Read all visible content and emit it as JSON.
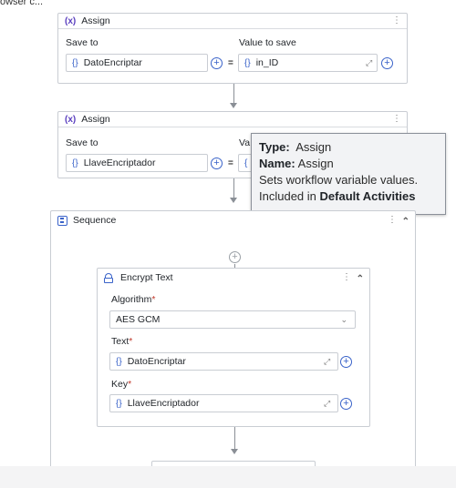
{
  "header_fragment": "owser c...",
  "assign1": {
    "title": "Assign",
    "save_to_label": "Save to",
    "value_label": "Value to save",
    "save_to_value": "DatoEncriptar",
    "value_value": "in_ID"
  },
  "assign2": {
    "title": "Assign",
    "save_to_label": "Save to",
    "value_label": "Va",
    "save_to_value": "LlaveEncriptador",
    "value_value": "{"
  },
  "tooltip": {
    "type_label": "Type:",
    "type_value": "Assign",
    "name_label": "Name:",
    "name_value": "Assign",
    "description": "Sets workflow variable values.",
    "included_prefix": "Included in",
    "included_value": "Default Activities"
  },
  "sequence": {
    "title": "Sequence"
  },
  "encrypt": {
    "title": "Encrypt Text",
    "algorithm_label": "Algorithm",
    "algorithm_value": "AES GCM",
    "text_label": "Text",
    "text_value": "DatoEncriptar",
    "key_label": "Key",
    "key_value": "LlaveEncriptador",
    "required_mark": "*"
  },
  "symbols": {
    "var_icon": "(x)",
    "brace": "{}",
    "equals": "=",
    "plus": "+",
    "kebab": "⋮",
    "collapse": "⌃",
    "dropdown": "⌄",
    "expand": "⤢"
  }
}
